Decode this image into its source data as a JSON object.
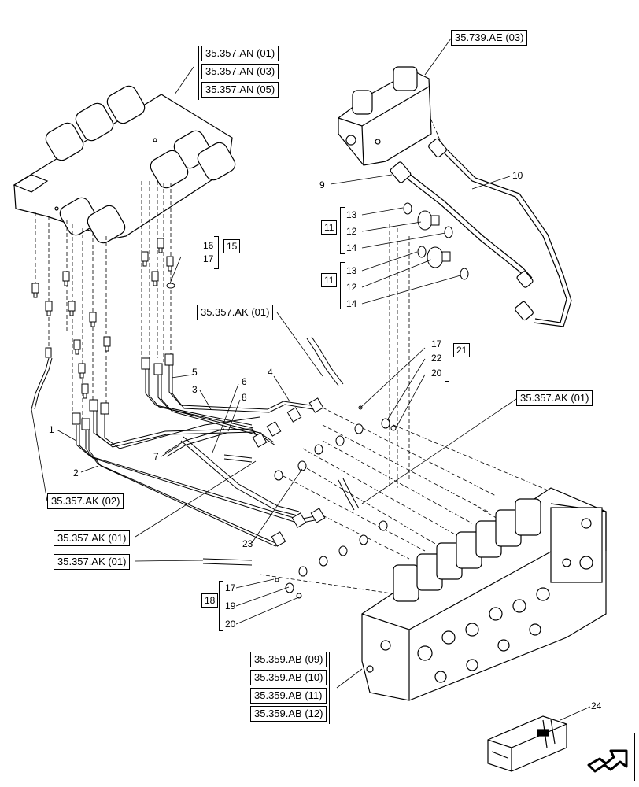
{
  "refs": {
    "an01": "35.357.AN (01)",
    "an03": "35.357.AN (03)",
    "an05": "35.357.AN (05)",
    "ae03": "35.739.AE (03)",
    "ak01": "35.357.AK (01)",
    "ak02": "35.357.AK (02)",
    "ab09": "35.359.AB (09)",
    "ab10": "35.359.AB (10)",
    "ab11": "35.359.AB (11)",
    "ab12": "35.359.AB (12)"
  },
  "groups": {
    "g11": "11",
    "g15": "15",
    "g18": "18",
    "g21": "21"
  },
  "callouts": {
    "c1": "1",
    "c2": "2",
    "c3": "3",
    "c4": "4",
    "c5": "5",
    "c6": "6",
    "c7": "7",
    "c8": "8",
    "c9": "9",
    "c10": "10",
    "c12": "12",
    "c13": "13",
    "c14": "14",
    "c16": "16",
    "c17": "17",
    "c19": "19",
    "c20": "20",
    "c22": "22",
    "c23": "23",
    "c24": "24"
  },
  "icons": {
    "nav": "next-page-arrow-icon",
    "crate": "crate-icon"
  }
}
